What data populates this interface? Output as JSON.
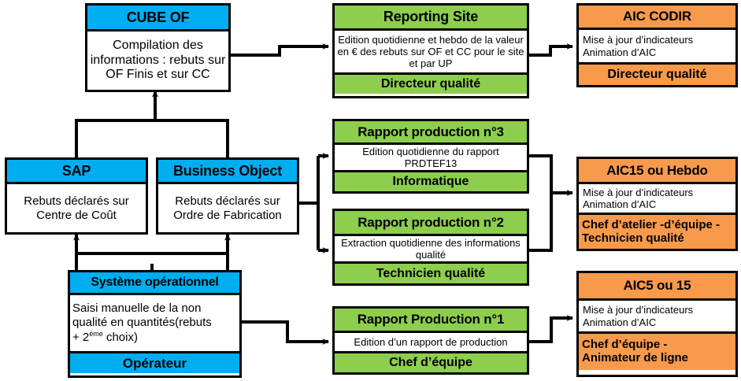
{
  "diagram": {
    "title": "Flux d'information qualite - rebuts",
    "colors": {
      "blue": "#00AEEF",
      "green": "#8DCE4F",
      "orange": "#F79A4C",
      "border": "#000000",
      "background": "#FFFFFF"
    }
  },
  "nodes": {
    "cube_of": {
      "header": "CUBE OF",
      "body": "Compilation des informations  : rebuts sur OF Finis et sur CC"
    },
    "reporting_site": {
      "header": "Reporting Site",
      "body": "Edition quotidienne et hebdo de la valeur en € des rebuts sur OF et CC pour le site et par UP",
      "footer": "Directeur qualité"
    },
    "aic_codir": {
      "header": "AIC CODIR",
      "body_line1": "Mise à jour d’indicateurs",
      "body_line2": "Animation d’AIC",
      "footer": "Directeur qualité"
    },
    "sap": {
      "header": "SAP",
      "body": "Rebuts déclarés sur Centre de Coût"
    },
    "business_object": {
      "header": "Business Object",
      "body": "Rebuts  déclarés sur Ordre de Fabrication"
    },
    "rapport_production_3": {
      "header": "Rapport production  n°3",
      "body": "Edition quotidienne du rapport PRDTEF13",
      "footer": "Informatique"
    },
    "rapport_production_2": {
      "header": "Rapport production  n°2",
      "body": "Extraction quotidienne  des informations qualité",
      "footer": "Technicien qualité"
    },
    "aic15_hebdo": {
      "header": "AIC15 ou  Hebdo",
      "body_line1": "Mise à jour d’indicateurs",
      "body_line2": "Animation d’AIC",
      "footer_line1": "Chef d’atelier -d’équipe -",
      "footer_line2": "Technicien qualité"
    },
    "systeme_operationnel": {
      "header": "Système opérationnel",
      "body_line1": "Saisi manuelle de la non",
      "body_line2": "qualité en quantités(rebuts",
      "body_line3_prefix": "+ 2",
      "body_line3_sup": "ème",
      "body_line3_suffix": " choix)",
      "footer": "Opérateur"
    },
    "rapport_production_1": {
      "header": "Rapport Production  n°1",
      "body": "Edition d’un rapport de production",
      "footer": "Chef d’équipe"
    },
    "aic5_15": {
      "header": "AIC5 ou 15",
      "body_line1": "Mise à jour d’indicateurs",
      "body_line2": "Animation d’AIC",
      "footer_line1": "Chef d’équipe  -",
      "footer_line2": "Animateur de ligne"
    }
  },
  "connectors": [
    {
      "name": "cube-of-to-reporting-site",
      "from": "cube_of",
      "to": "reporting_site"
    },
    {
      "name": "reporting-site-to-aic-codir",
      "from": "reporting_site",
      "to": "aic_codir"
    },
    {
      "name": "sap-to-cube-of",
      "from": "sap",
      "to": "cube_of"
    },
    {
      "name": "business-object-to-cube-of",
      "from": "business_object",
      "to": "cube_of"
    },
    {
      "name": "business-object-to-rapport-3",
      "from": "business_object",
      "to": "rapport_production_3"
    },
    {
      "name": "business-object-to-rapport-2",
      "from": "business_object",
      "to": "rapport_production_2"
    },
    {
      "name": "rapport-3-to-aic15",
      "from": "rapport_production_3",
      "to": "aic15_hebdo"
    },
    {
      "name": "rapport-2-to-aic15",
      "from": "rapport_production_2",
      "to": "aic15_hebdo"
    },
    {
      "name": "systeme-operationnel-to-sap",
      "from": "systeme_operationnel",
      "to": "sap"
    },
    {
      "name": "systeme-operationnel-to-business-object",
      "from": "systeme_operationnel",
      "to": "business_object"
    },
    {
      "name": "systeme-operationnel-to-rapport-1",
      "from": "systeme_operationnel",
      "to": "rapport_production_1"
    },
    {
      "name": "rapport-1-to-aic5",
      "from": "rapport_production_1",
      "to": "aic5_15"
    }
  ]
}
